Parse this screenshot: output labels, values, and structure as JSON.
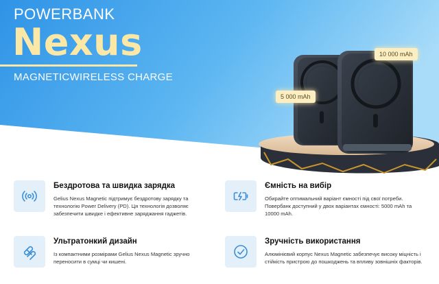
{
  "hero": {
    "brand_small": "POWERBANK",
    "brand_big": "Nexus",
    "subtitle": "MAGNETICWIRELESS CHARGE",
    "capacity_large": "10 000 mAh",
    "capacity_small": "5 000 mAh"
  },
  "features": [
    {
      "title": "Бездротова та швидка зарядка",
      "description": "Gelius Nexus Magnetic підтримує бездротову зарядку та технологію Power Delivery (PD). Ця технологія дозволяє забезпечити швидке і ефективне заряджання гаджетів.",
      "icon": "wireless-charging-icon"
    },
    {
      "title": "Ємність на вибір",
      "description": "Обирайте оптимальний варіант ємності під свої потреби. Повербанк доступний у двох варіантах ємності: 5000 mAh та 10000 mAh.",
      "icon": "battery-charging-icon"
    },
    {
      "title": "Ультратонкий дизайн",
      "description": "Із компактними розмірами Gelius Nexus Magnetic зручно переносити в сумці чи кишені.",
      "icon": "slim-design-icon"
    },
    {
      "title": "Зручність використання",
      "description": "Алюмінієвий корпус Nexus Magnetic забезпечує високу міцність і стійкість пристрою до пошкоджень та впливу зовнішніх факторів.",
      "icon": "check-circle-icon"
    }
  ],
  "colors": {
    "accent_blue": "#2f93e6",
    "light_blue": "#8fd0f7",
    "brand_yellow": "#fbe7a6",
    "icon_bg": "#e3f0fa",
    "icon_stroke": "#3a8fd8"
  }
}
